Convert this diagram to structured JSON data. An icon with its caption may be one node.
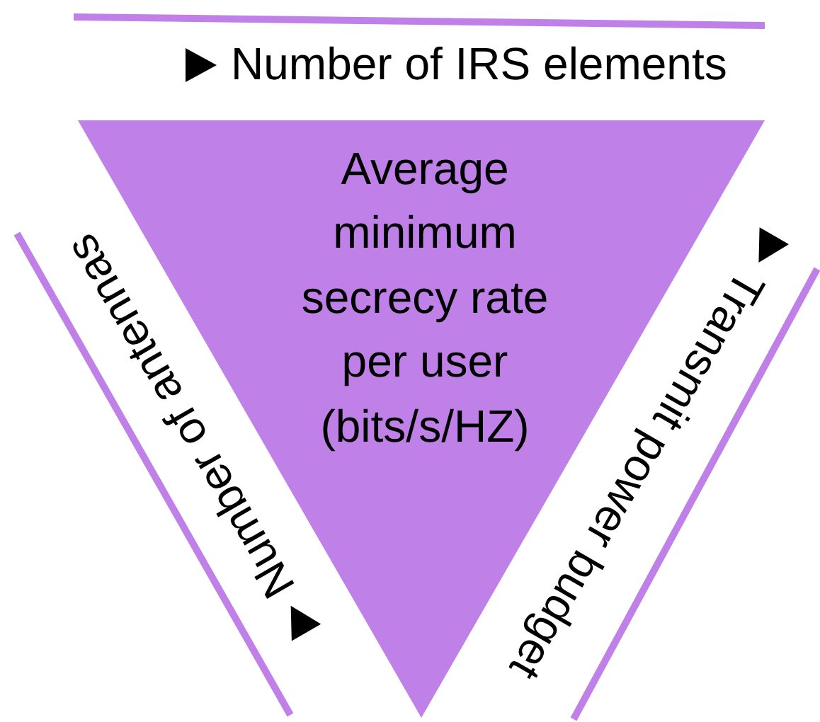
{
  "diagram": {
    "nodes": [
      {
        "text": [
          "Average minimum secrecy rate per user (bits/s/HZ)"
        ]
      }
    ],
    "labels": [
      "Number of IRS elements",
      "Transmit power budget",
      "Number of antennas"
    ]
  }
}
